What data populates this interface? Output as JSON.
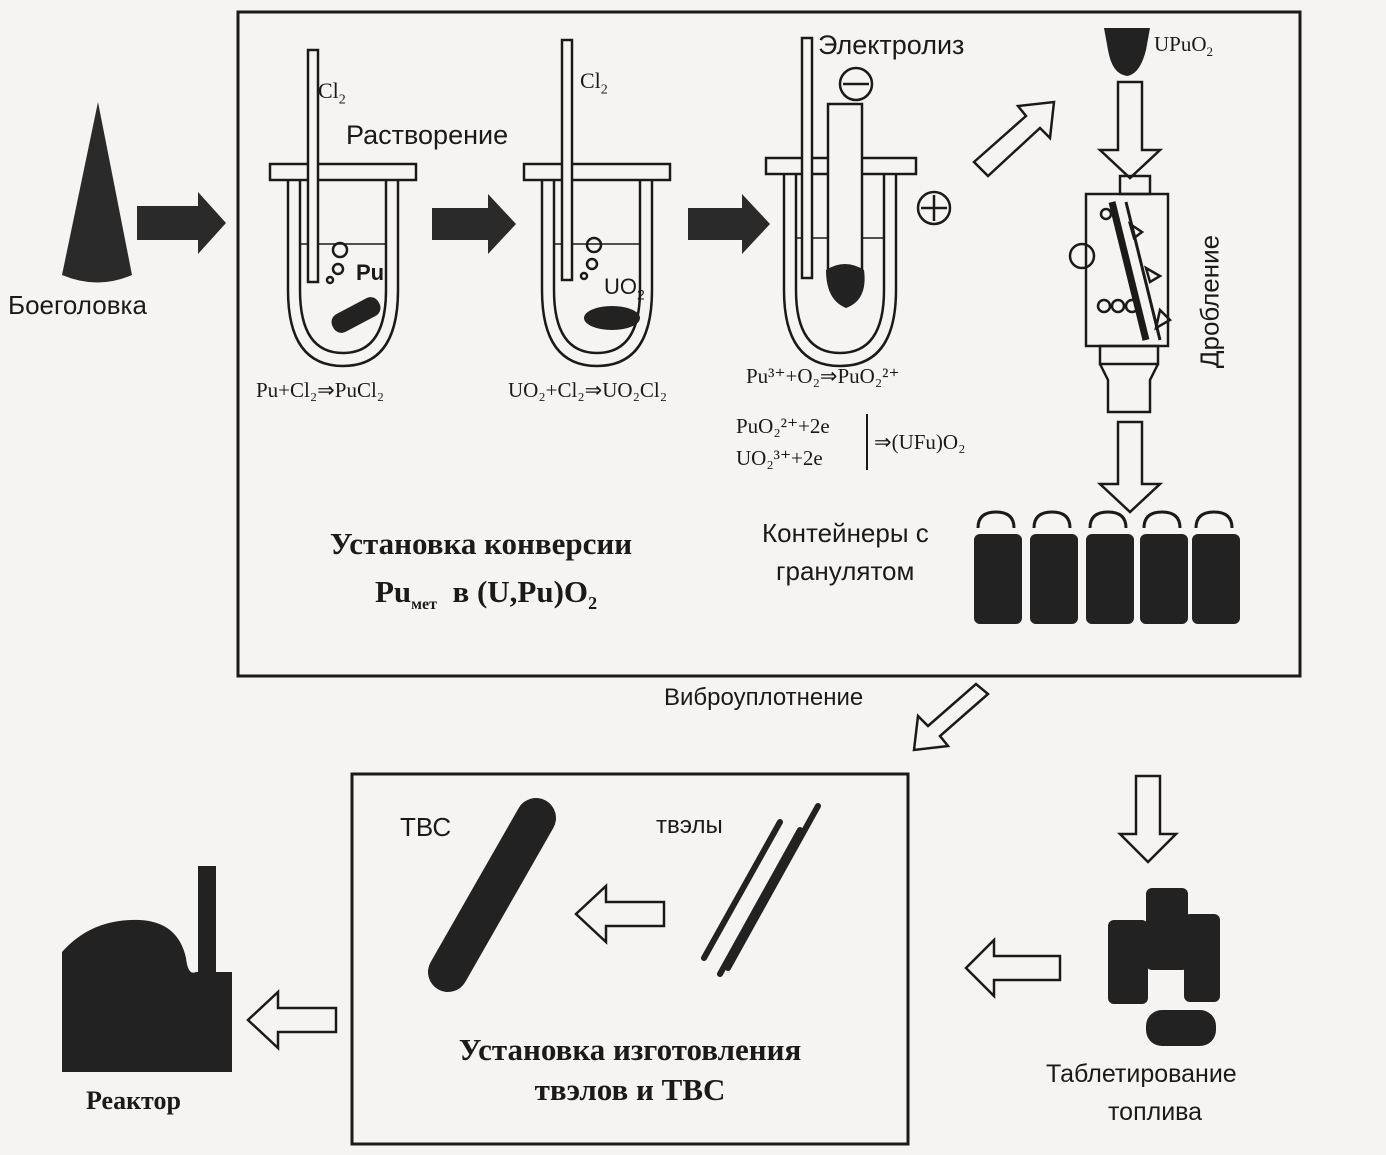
{
  "labels": {
    "warhead": "Боеголовка",
    "dissolution": "Растворение",
    "electrolysis": "Электролиз",
    "crushing": "Дробление",
    "containers_line1": "Контейнеры с",
    "containers_line2": "гранулятом",
    "vibro": "Виброуплотнение",
    "tvs_small": "ТВС",
    "tvely": "твэлы",
    "reactor": "Реактор",
    "tableting_line1": "Таблетирование",
    "tableting_line2": "топлива"
  },
  "chem": {
    "cl": "Cl",
    "cl_sub": "2",
    "pu": "Pu",
    "uo": "UO",
    "uo_sub": "2",
    "upuo": "UPuO",
    "upuo_sub": "2",
    "eq1": "Pu+Cl₂⇒PuCl₂",
    "eq2": "UO₂+Cl₂⇒UO₂Cl₂",
    "eq3": "Pu³⁺+O₂⇒PuO₂²⁺",
    "eq4a": "PuO₂²⁺+2e",
    "eq4b": "UO₂³⁺+2e",
    "eq4c": "⇒(UFu)O₂"
  },
  "conversion_box": {
    "title_line1": "Установка конверсии",
    "title_pu": "Pu",
    "title_sub": "мет",
    "title_rest": "в (U,Pu)O",
    "title_rest_sub": "2"
  },
  "fabrication_box": {
    "title_line1": "Установка изготовления",
    "title_line2": "твэлов и ТВС"
  },
  "icons": [
    "warhead-cone-icon",
    "flask-icon",
    "electrolysis-cell-icon",
    "crusher-icon",
    "granulate-container-icon",
    "fuel-pellet-icon",
    "fuel-rod-icon",
    "fuel-assembly-icon",
    "reactor-icon",
    "minus-electrode-icon",
    "plus-electrode-icon"
  ]
}
